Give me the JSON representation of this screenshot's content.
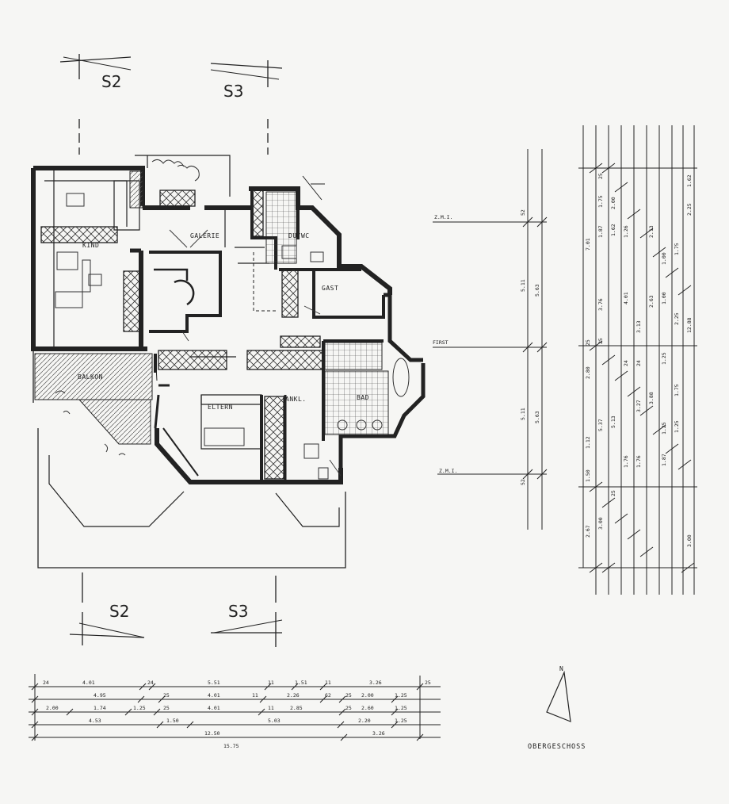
{
  "plan": {
    "title": "OBERGESCHOSS",
    "north": "N",
    "rooms": {
      "kind": "KIND",
      "galerie": "GALERIE",
      "du_wc": "DU/WC",
      "gast": "GAST",
      "balkon": "BALKON",
      "eltern": "ELTERN",
      "ankl": "ANKL.",
      "bad": "BAD"
    },
    "sections": {
      "s2_top": "S2",
      "s3_top": "S3",
      "s2_bottom": "S2",
      "s3_bottom": "S3"
    },
    "vertical_markers": {
      "zmi_top": "Z.M.I.",
      "first": "FIRST",
      "zmi_bottom": "Z.M.I."
    },
    "vertical_dimensions": {
      "c1": [
        "5.11",
        "5.11"
      ],
      "c2": [
        "5.63",
        "5.63"
      ],
      "small": [
        "52",
        "52"
      ],
      "c3": [
        "2.67",
        "1.50",
        "1.12",
        "2.80",
        "25"
      ],
      "c4": [
        "3.00",
        "5.37",
        "7.01"
      ],
      "c5": [
        "25",
        "25",
        "25",
        "1.75",
        "1.62",
        "1.87"
      ],
      "c6": [
        "5.13",
        "3.76",
        "2.00"
      ],
      "c7": [
        "4.01",
        "1.76",
        "1.76",
        "24",
        "24"
      ],
      "c8": [
        "3.13",
        "2.63",
        "1.26",
        "2.13"
      ],
      "c9": [
        "3.27",
        "3.88",
        "2.25",
        "1.00"
      ],
      "c10": [
        "1.25",
        "1.75",
        "1.87",
        "1.25",
        "1.00",
        "1.25"
      ],
      "c11": [
        "12.88",
        "3.00",
        "2.25",
        "1.62",
        "1.75"
      ]
    },
    "horizontal_dimensions": {
      "row1": [
        "24",
        "4.01",
        "24",
        "5.51",
        "11",
        "1.51",
        "11",
        "3.26",
        "25"
      ],
      "row2": [
        "4.95",
        "25",
        "4.01",
        "11",
        "2.26",
        "62",
        "25",
        "2.00",
        "1.25"
      ],
      "row3": [
        "2.00",
        "1.74",
        "1.25",
        "25",
        "4.01",
        "11",
        "2.85",
        "25",
        "2.60",
        "1.25"
      ],
      "row4": [
        "4.53",
        "1.50",
        "5.03",
        "2.20",
        "1.25"
      ],
      "row5": [
        "12.50",
        "3.26"
      ],
      "row6": [
        "15.75"
      ]
    }
  }
}
